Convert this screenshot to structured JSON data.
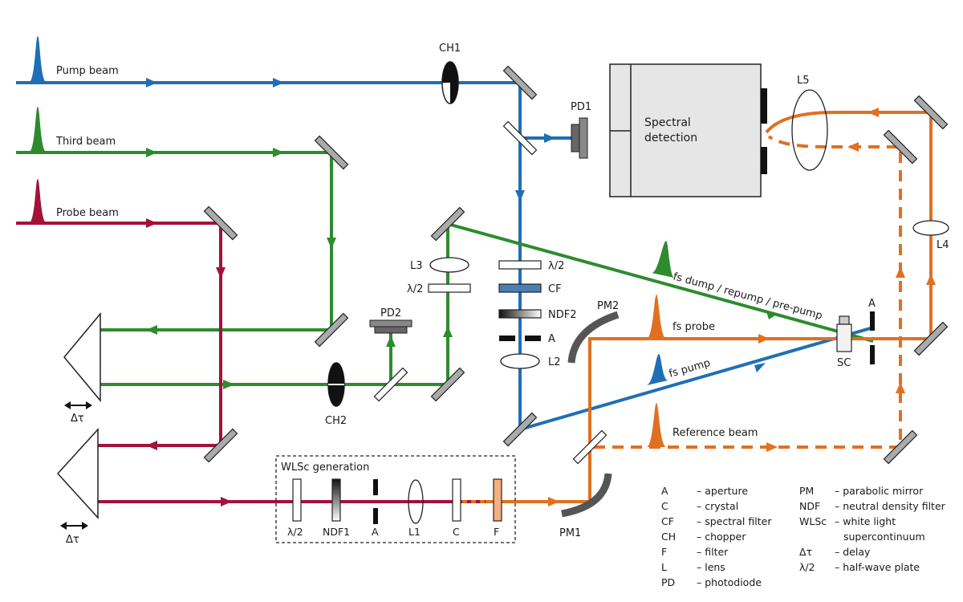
{
  "beams": {
    "pump": "Pump beam",
    "third": "Third beam",
    "probe": "Probe beam",
    "fs_dump": "fs dump / repump / pre-pump",
    "fs_probe": "fs probe",
    "fs_pump": "fs pump",
    "reference": "Reference beam"
  },
  "components": {
    "ch1": "CH1",
    "ch2": "CH2",
    "pd1": "PD1",
    "pd2": "PD2",
    "spectral_line1": "Spectral",
    "spectral_line2": "detection",
    "l2": "L2",
    "l3": "L3",
    "l4": "L4",
    "l5": "L5",
    "half_wave_left": "λ/2",
    "half_wave_right": "λ/2",
    "cf": "CF",
    "ndf2": "NDF2",
    "a_mid": "A",
    "a_sc": "A",
    "pm1": "PM1",
    "pm2": "PM2",
    "sc": "SC",
    "delay_top": "Δτ",
    "delay_bottom": "Δτ"
  },
  "wlsc": {
    "title": "WLSc generation",
    "items": [
      "λ/2",
      "NDF1",
      "A",
      "L1",
      "C",
      "F"
    ]
  },
  "legend": {
    "left": [
      {
        "abbr": "A",
        "desc": "– aperture"
      },
      {
        "abbr": "C",
        "desc": "– crystal"
      },
      {
        "abbr": "CF",
        "desc": "– spectral filter"
      },
      {
        "abbr": "CH",
        "desc": "– chopper"
      },
      {
        "abbr": "F",
        "desc": "– filter"
      },
      {
        "abbr": "L",
        "desc": "– lens"
      },
      {
        "abbr": "PD",
        "desc": "– photodiode"
      }
    ],
    "right": [
      {
        "abbr": "PM",
        "desc": "– parabolic mirror"
      },
      {
        "abbr": "NDF",
        "desc": "– neutral density filter"
      },
      {
        "abbr": "WLSc",
        "desc": "– white light"
      },
      {
        "abbr": "",
        "desc": "supercontinuum"
      },
      {
        "abbr": "Δτ",
        "desc": "– delay"
      },
      {
        "abbr": "λ/2",
        "desc": "– half-wave plate"
      }
    ]
  },
  "colors": {
    "blue": "#1f6fb5",
    "green": "#2e8b2e",
    "red": "#a3123a",
    "orange": "#e07020",
    "light_green": "#8fcf8f",
    "light_red": "#d98aa0"
  }
}
